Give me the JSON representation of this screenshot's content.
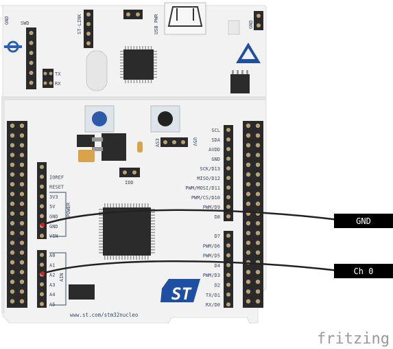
{
  "board": {
    "top_labels": {
      "gnd_left": "GND",
      "swd": "SWD",
      "st_link": "ST-LINK",
      "usb_pwr": "USB PWR",
      "gnd_right": "GND"
    },
    "tx": "TX",
    "rx": "RX",
    "as3": "AS3",
    "u5v": "U5V",
    "idd": "IDD",
    "power_label": "POWER",
    "ain_label": "AIN",
    "power_pins": [
      "IOREF",
      "RESET",
      "3V3",
      "5V",
      "GND",
      "GND",
      "VIN"
    ],
    "analog_pins": [
      "A0",
      "A1",
      "A2",
      "A3",
      "A4",
      "A5"
    ],
    "right_upper_pins": [
      "SCL",
      "SDA",
      "AVDD",
      "GND",
      "SCK/D13",
      "MISO/D12",
      "PWM/MOSI/D11",
      "PWM/CS/D10",
      "PWM/D9",
      "D8"
    ],
    "right_lower_pins": [
      "D7",
      "PWM/D6",
      "PWM/D5",
      "D4",
      "PWM/D3",
      "D2",
      "TX/D1",
      "RX/D0"
    ],
    "url": "www.st.com/stm32nucleo",
    "st_logo": "ST"
  },
  "wires": {
    "gnd_label": "GND",
    "ch0_label": "Ch 0"
  },
  "watermark": "fritzing",
  "colors": {
    "board": "#f2f2f2",
    "board_edge": "#dcdcdc",
    "header": "#2a2a2a",
    "pin": "#b8a377",
    "wire": "#222222",
    "wire_end": "#cc2222",
    "label_bg": "#000000",
    "label_fg": "#ffffff",
    "st_blue": "#1f4fa3",
    "silk": "#3a4a66"
  }
}
